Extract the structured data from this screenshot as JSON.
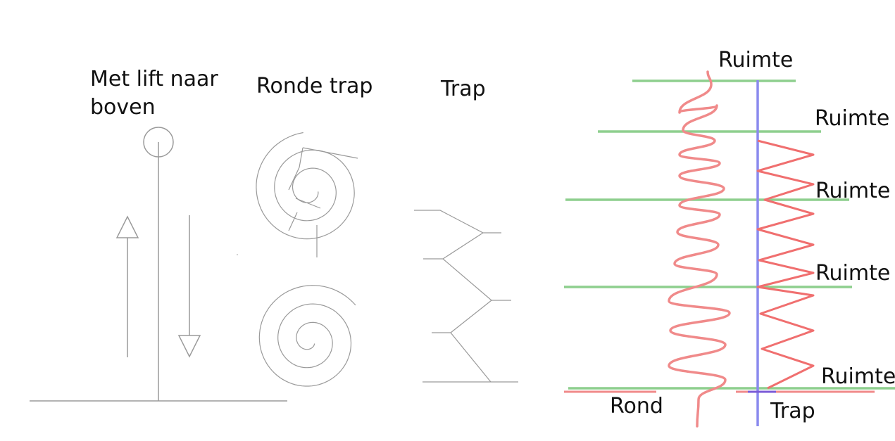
{
  "left_panel": {
    "lift_title_line1": "Met lift naar",
    "lift_title_line2": "boven",
    "spiral_title": "Ronde trap",
    "stair_title": "Trap"
  },
  "right_panel": {
    "top_room": "Ruimte",
    "room_labels": [
      "Ruimte",
      "Ruimte",
      "Ruimte",
      "Ruimte"
    ],
    "bottom_left": "Rond",
    "bottom_right": "Trap"
  },
  "colors": {
    "sketch": "#9a9a9a",
    "floor": "#8ecf8e",
    "spiral_path": "#f08a8a",
    "stair_path": "#f06f6f",
    "axis": "#8a8aee"
  }
}
